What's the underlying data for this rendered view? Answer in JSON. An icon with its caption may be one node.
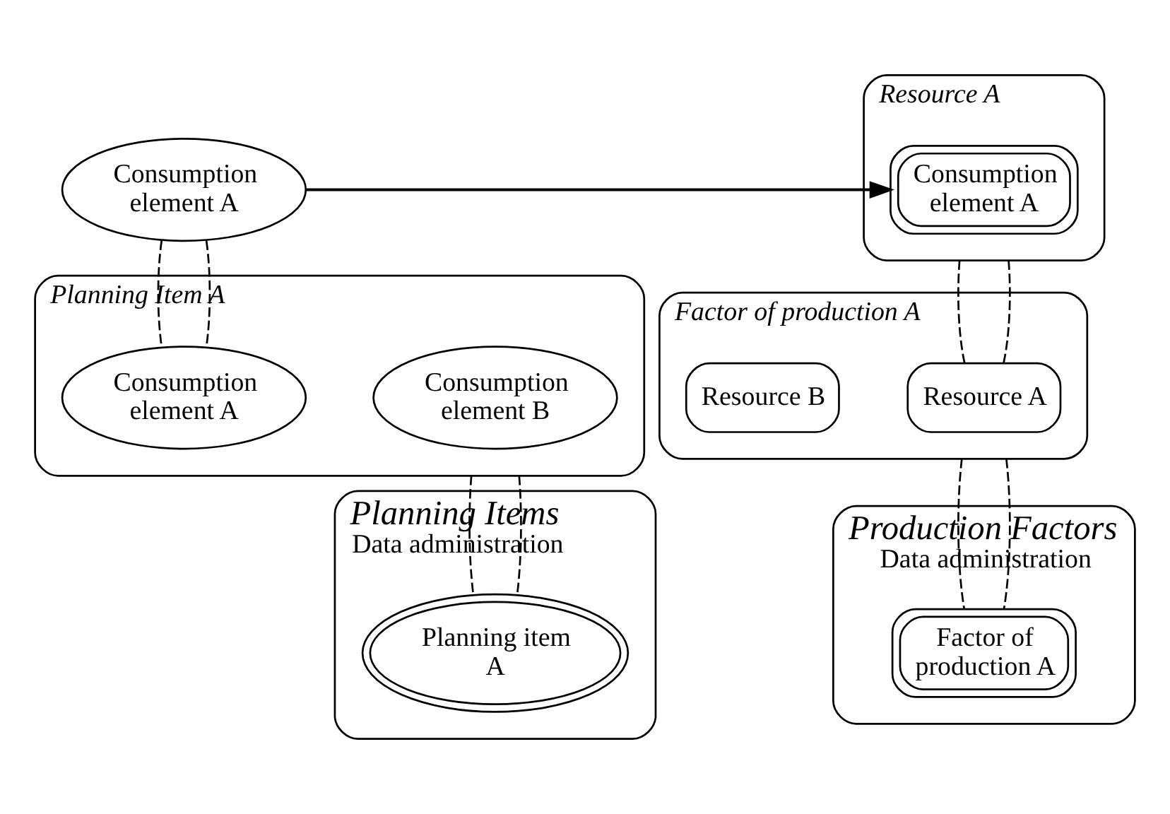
{
  "diagram": {
    "nodes": [
      {
        "text": [
          "Consumption element A"
        ]
      },
      {
        "text": [
          "Planning Item A"
        ]
      },
      {
        "text": [
          "Consumption element B"
        ],
        "in": 1
      },
      {
        "text": [
          "Consumption element A"
        ],
        "in": 1
      },
      {
        "text": [
          "Planning Items",
          "Data administration"
        ]
      },
      {
        "text": [
          "Planning item A"
        ],
        "in": 4
      },
      {
        "text": [
          "Resource A"
        ]
      },
      {
        "text": [
          "Consumption element A"
        ],
        "in": 6
      },
      {
        "text": [
          "Factor of production A"
        ]
      },
      {
        "text": [
          "Resource A"
        ],
        "in": 8
      },
      {
        "text": [
          "Resource B"
        ],
        "in": 8
      },
      {
        "text": [
          "Production Factors",
          "Data administration"
        ]
      },
      {
        "text": [
          "Factor of production A"
        ],
        "in": 11
      }
    ],
    "edges": [
      {
        "from": 0,
        "to": 7,
        "arrow": "to"
      },
      {
        "from": 0,
        "to": 3,
        "arrow": "none",
        "style": "dashed"
      },
      {
        "from": 0,
        "to": 3,
        "arrow": "none",
        "style": "dashed"
      },
      {
        "from": 1,
        "to": 5,
        "arrow": "none",
        "style": "dashed"
      },
      {
        "from": 1,
        "to": 5,
        "arrow": "none",
        "style": "dashed"
      },
      {
        "from": 6,
        "to": 9,
        "arrow": "none",
        "style": "dashed"
      },
      {
        "from": 6,
        "to": 9,
        "arrow": "none",
        "style": "dashed"
      },
      {
        "from": 8,
        "to": 12,
        "arrow": "none",
        "style": "dashed"
      },
      {
        "from": 8,
        "to": 12,
        "arrow": "none",
        "style": "dashed"
      }
    ]
  }
}
